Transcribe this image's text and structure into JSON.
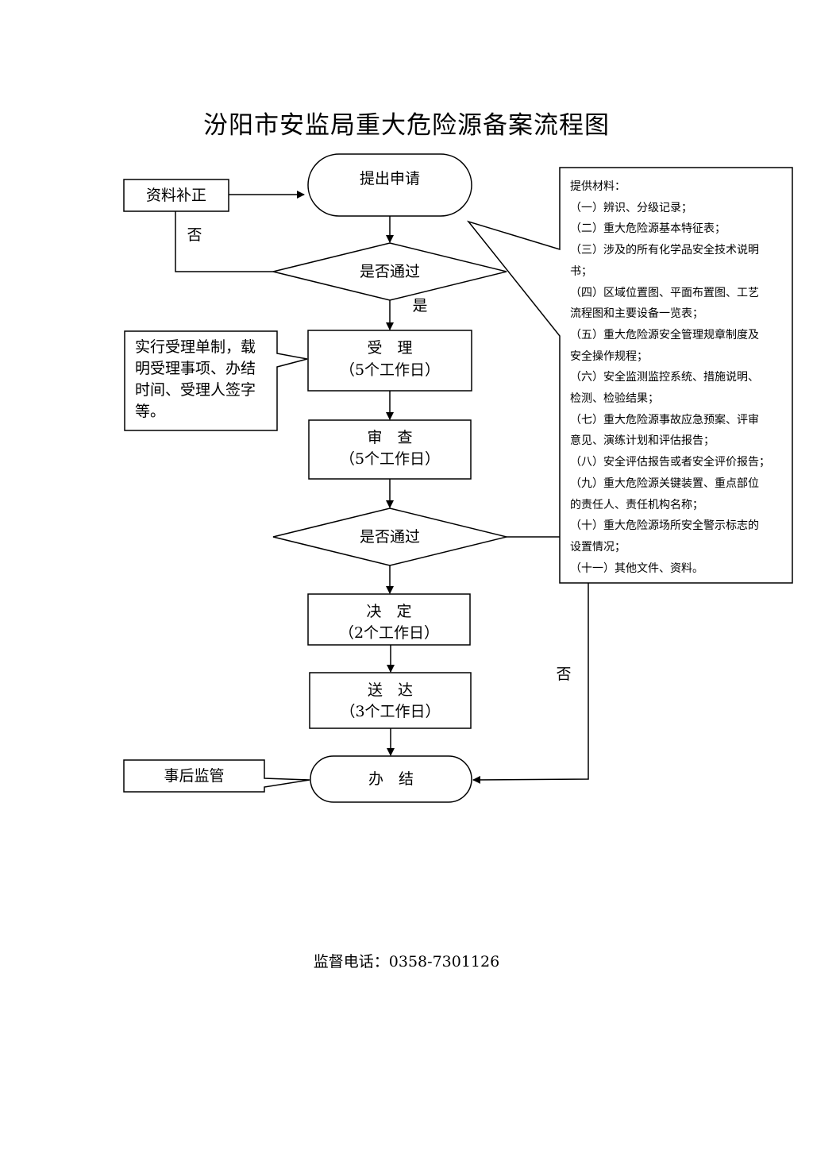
{
  "title": "汾阳市安监局重大危险源备案流程图",
  "nodes": {
    "submit": "提出申请",
    "supplement": "资料补正",
    "check1": "是否通过",
    "accept": "受　理",
    "accept_days": "（5个工作日）",
    "review": "审　查",
    "review_days": "（5个工作日）",
    "check2": "是否通过",
    "decide": "决　定",
    "decide_days": "（2个工作日）",
    "deliver": "送　达",
    "deliver_days": "（3个工作日）",
    "finish": "办　结",
    "after": "事后监管"
  },
  "labels": {
    "no1": "否",
    "yes1": "是",
    "no2": "否"
  },
  "accept_note": [
    "实行受理单制，载",
    "明受理事项、办结",
    "时间、受理人签字",
    "等。"
  ],
  "materials": {
    "heading": "提供材料：",
    "items": [
      "（一）辨识、分级记录；",
      "（二）重大危险源基本特征表；",
      "（三）涉及的所有化学品安全技术说明",
      "书；",
      "（四）区域位置图、平面布置图、工艺",
      "流程图和主要设备一览表；",
      "（五）重大危险源安全管理规章制度及",
      "安全操作规程；",
      "（六）安全监测监控系统、措施说明、",
      "检测、检验结果；",
      "（七）重大危险源事故应急预案、评审",
      "意见、演练计划和评估报告；",
      "（八）安全评估报告或者安全评价报告；",
      "（九）重大危险源关键装置、重点部位",
      "的责任人、责任机构名称；",
      "（十）重大危险源场所安全警示标志的",
      "设置情况；",
      "（十一）其他文件、资料。"
    ]
  },
  "phone": "监督电话：0358-7301126"
}
